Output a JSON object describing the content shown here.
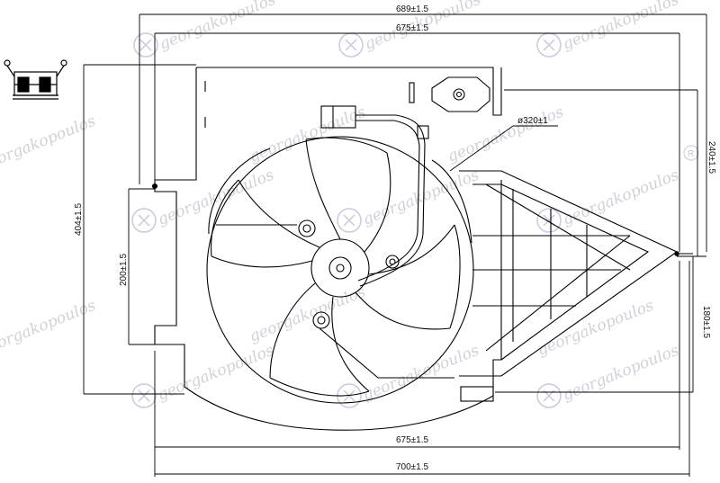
{
  "dimensions": {
    "top_overall": "689±1.5",
    "top_inner": "675±1.5",
    "bottom_inner": "675±1.5",
    "bottom_overall": "700±1.5",
    "fan_diameter": "ø320±1",
    "left_height": "404±1.5",
    "left_mount_height": "200±1.5",
    "right_upper_height": "240±1.5",
    "right_lower_height": "180±1.5"
  },
  "watermark": {
    "text": "georgakopoulos",
    "color": "#c7c9d6"
  },
  "colors": {
    "line": "#000000",
    "watermark_logo": "#c8c9e0"
  },
  "icons": {
    "connector": "electrical-connector-icon",
    "registered": "registered-mark-icon"
  }
}
